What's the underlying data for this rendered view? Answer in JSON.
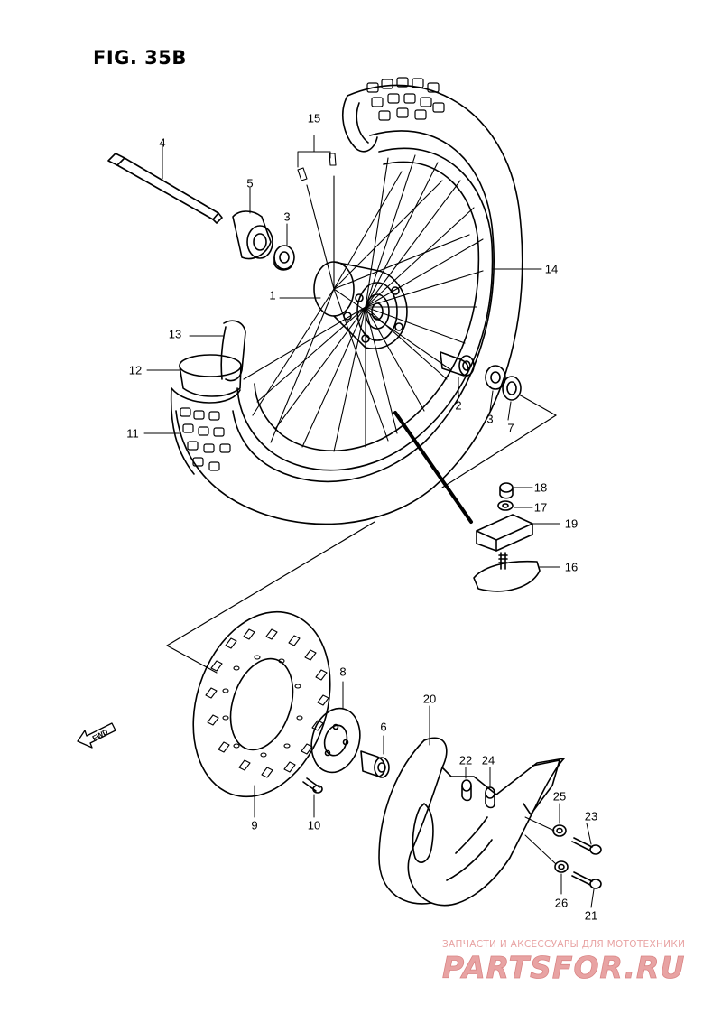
{
  "figure": {
    "title": "FIG. 35B"
  },
  "callouts": {
    "c1": "1",
    "c2": "2",
    "c3a": "3",
    "c3b": "3",
    "c4": "4",
    "c5": "5",
    "c6": "6",
    "c7": "7",
    "c8": "8",
    "c9": "9",
    "c10": "10",
    "c11": "11",
    "c12": "12",
    "c13": "13",
    "c14": "14",
    "c15": "15",
    "c16": "16",
    "c17": "17",
    "c18": "18",
    "c19": "19",
    "c20": "20",
    "c21": "21",
    "c22": "22",
    "c23": "23",
    "c24": "24",
    "c25": "25",
    "c26": "26"
  },
  "direction_marker": {
    "label": "FWD",
    "icon": "forward-arrow-icon"
  },
  "watermark": {
    "line1": "ЗАПЧАСТИ И АКСЕССУАРЫ ДЛЯ МОТОТЕХНИКИ",
    "logo": "PARTSFOR.RU",
    "color": "#e8a3a3"
  }
}
